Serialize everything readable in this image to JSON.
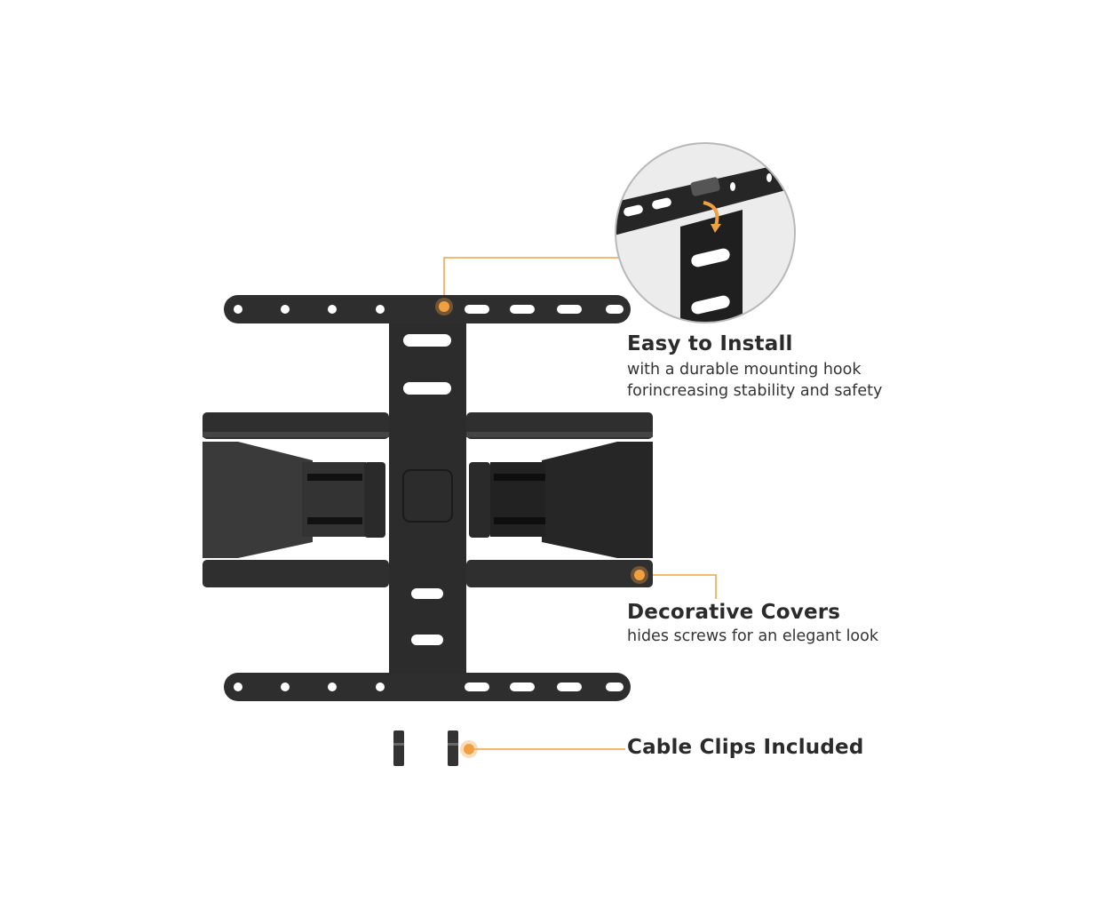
{
  "features": [
    {
      "title": "Easy to Install",
      "lines": [
        "with a durable mounting hook",
        "forincreasing stability and safety"
      ]
    },
    {
      "title": "Decorative Covers",
      "lines": [
        "hides screws for an elegant look"
      ]
    },
    {
      "title": "Cable Clips Included",
      "lines": []
    }
  ],
  "colors": {
    "accent": "#f0a040",
    "metal": "#2e2e2e",
    "text": "#2b2b2b"
  }
}
